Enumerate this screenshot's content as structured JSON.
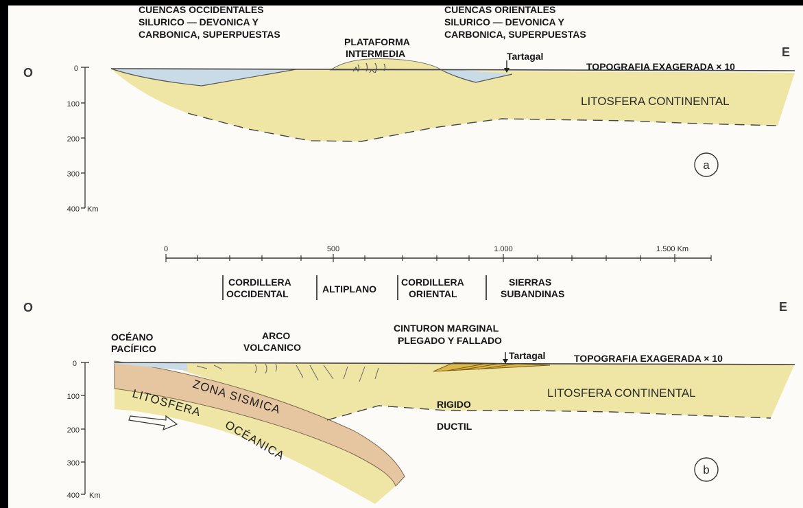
{
  "panel_a": {
    "dir_west": "O",
    "dir_east": "E",
    "west_basins": [
      "CUENCAS OCCIDENTALES",
      "SILURICO — DEVONICA Y",
      "CARBONICA, SUPERPUESTAS"
    ],
    "east_basins": [
      "CUENCAS ORIENTALES",
      "SILURICO — DEVONICA Y",
      "CARBONICA, SUPERPUESTAS"
    ],
    "platform": [
      "PLATAFORMA",
      "INTERMEDIA"
    ],
    "tartagal": "Tartagal",
    "topography": "TOPOGRAFIA EXAGERADA × 10",
    "lithosphere": "LITOSFERA CONTINENTAL",
    "depth_ticks": [
      "0",
      "100",
      "200",
      "300",
      "400"
    ],
    "depth_unit": "Km",
    "panel_label": "a"
  },
  "scale": {
    "ticks": [
      "0",
      "500",
      "1.000",
      "1.500 Km"
    ]
  },
  "regions": [
    [
      "CORDILLERA",
      "OCCIDENTAL"
    ],
    [
      "ALTIPLANO"
    ],
    [
      "CORDILLERA",
      "ORIENTAL"
    ],
    [
      "SIERRAS",
      "SUBANDINAS"
    ]
  ],
  "panel_b": {
    "dir_west": "O",
    "dir_east": "E",
    "ocean": [
      "OCÉANO",
      "PACÍFICO"
    ],
    "arc": [
      "ARCO",
      "VOLCANICO"
    ],
    "belt": [
      "CINTURON MARGINAL",
      "PLEGADO Y FALLADO"
    ],
    "tartagal": "Tartagal",
    "topography": "TOPOGRAFIA EXAGERADA × 10",
    "lithosphere": "LITOSFERA CONTINENTAL",
    "seismic_zone": "ZONA SISMICA",
    "oceanic_1": "LITOSFERA",
    "oceanic_2": "OCÉANICA",
    "rigid": "RIGIDO",
    "ductile": "DUCTIL",
    "depth_ticks": [
      "0",
      "100",
      "200",
      "300",
      "400"
    ],
    "depth_unit": "Km",
    "panel_label": "b"
  },
  "colors": {
    "lithosphere": "#efe6a6",
    "seismic_zone": "#e6c6a0",
    "water": "#c8dbe6",
    "fold_belt": "#dcb84a"
  }
}
